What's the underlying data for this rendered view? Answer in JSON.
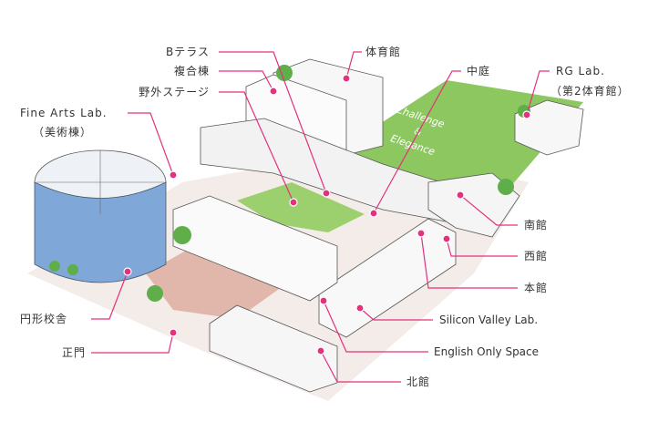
{
  "colors": {
    "accent": "#e4307e",
    "lawn": "#8cc760",
    "glass": "#7fa8d8",
    "brick": "#c98a78"
  },
  "field_text": [
    "Challenge",
    "&",
    "Elegance"
  ],
  "labels": {
    "b_terrace": "Bテラス",
    "complex": "複合棟",
    "outdoor_stage": "野外ステージ",
    "gym": "体育館",
    "courtyard": "中庭",
    "rg_lab": "RG Lab.",
    "rg_lab_sub": "（第2体育館）",
    "fine_arts": "Fine Arts Lab.",
    "fine_arts_sub": "（美術棟）",
    "south": "南館",
    "west": "西館",
    "main": "本館",
    "silicon": "Silicon Valley Lab.",
    "english": "English Only Space",
    "north": "北館",
    "round": "円形校舎",
    "gate": "正門"
  }
}
